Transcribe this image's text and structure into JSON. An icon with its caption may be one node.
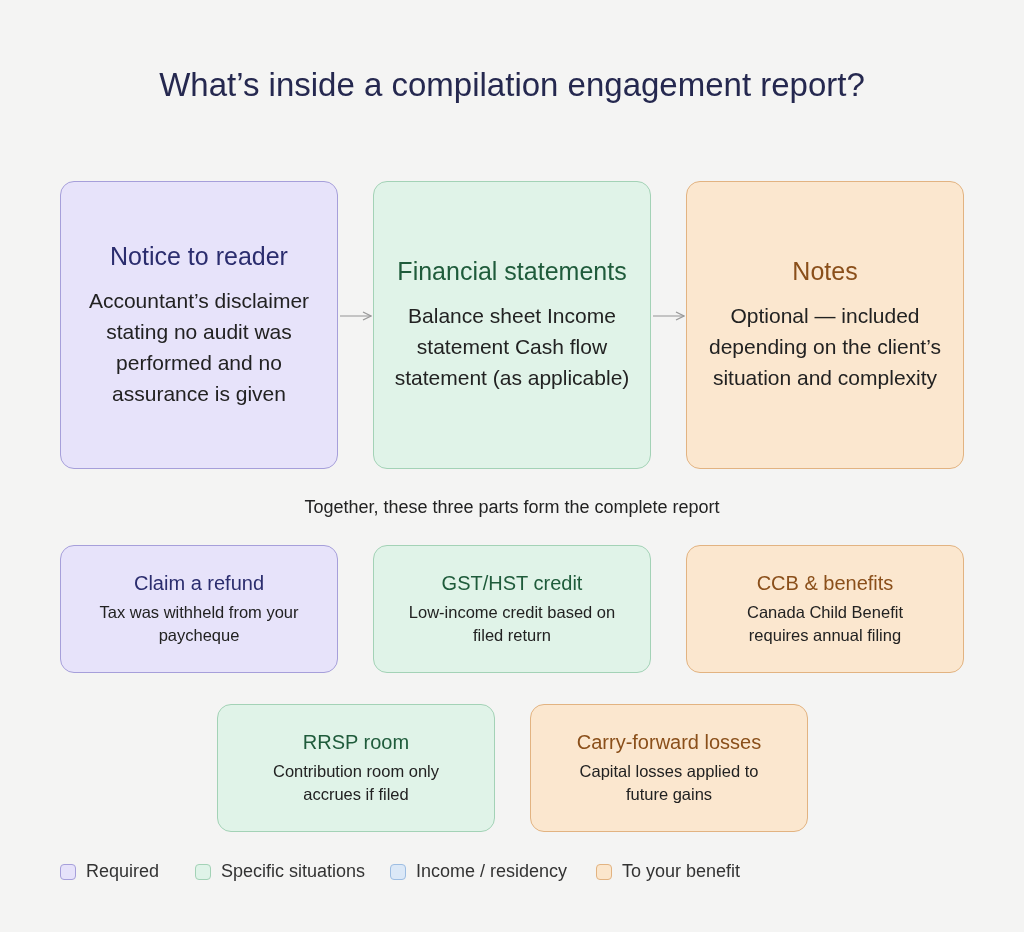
{
  "diagram": {
    "title": "What’s inside a compilation engagement report?",
    "nodes": [
      {
        "text": [
          "Notice to reader",
          "Accountant’s disclaimer stating no audit was performed and no assurance is given"
        ]
      },
      {
        "text": [
          "Financial statements",
          "Balance sheet Income statement Cash flow statement (as applicable)"
        ]
      },
      {
        "text": [
          "Notes",
          "Optional — included depending on the client’s situation and complexity"
        ]
      },
      {
        "text": [
          "Claim a refund",
          "Tax was withheld from your paycheque"
        ]
      },
      {
        "text": [
          "GST/HST credit",
          "Low-income credit based on filed return"
        ]
      },
      {
        "text": [
          "CCB & benefits",
          "Canada Child Benefit requires annual filing"
        ]
      },
      {
        "text": [
          "RRSP room",
          "Contribution room only accrues if filed"
        ]
      },
      {
        "text": [
          "Carry-forward losses",
          "Capital losses applied to future gains"
        ]
      }
    ],
    "edges": [
      {
        "from": 0,
        "to": 1,
        "arrow": "to"
      },
      {
        "from": 1,
        "to": 2,
        "arrow": "to"
      }
    ],
    "labels": [
      "Together, these three parts form the complete report"
    ],
    "legend": [
      {
        "text": "Required",
        "color": "#e6e2fa"
      },
      {
        "text": "Specific situations",
        "color": "#dff3e8"
      },
      {
        "text": "Income / residency",
        "color": "#dbe8f7"
      },
      {
        "text": "To your benefit",
        "color": "#fbe6cc"
      }
    ]
  }
}
